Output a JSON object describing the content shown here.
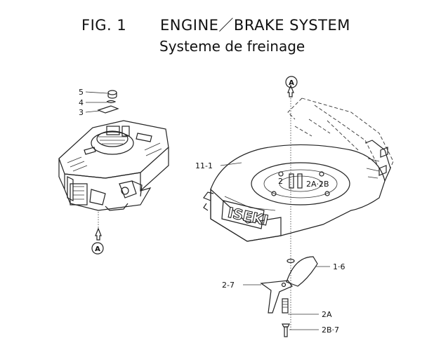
{
  "title": {
    "fig": "FIG. 1",
    "main": "ENGINE／BRAKE SYSTEM",
    "sub": "Systeme de freinage"
  },
  "markers": {
    "a_top": "A",
    "a_bottom": "A"
  },
  "callouts": {
    "part_5": "5",
    "part_4": "4",
    "part_3": "3",
    "part_11_1": "11-1",
    "part_2": "2",
    "part_2a_2b": "2A·2B",
    "part_1_6": "1·6",
    "part_2_7": "2-7",
    "part_2a": "2A",
    "part_2b_7": "2B·7"
  },
  "brand_label": "ISEKI"
}
